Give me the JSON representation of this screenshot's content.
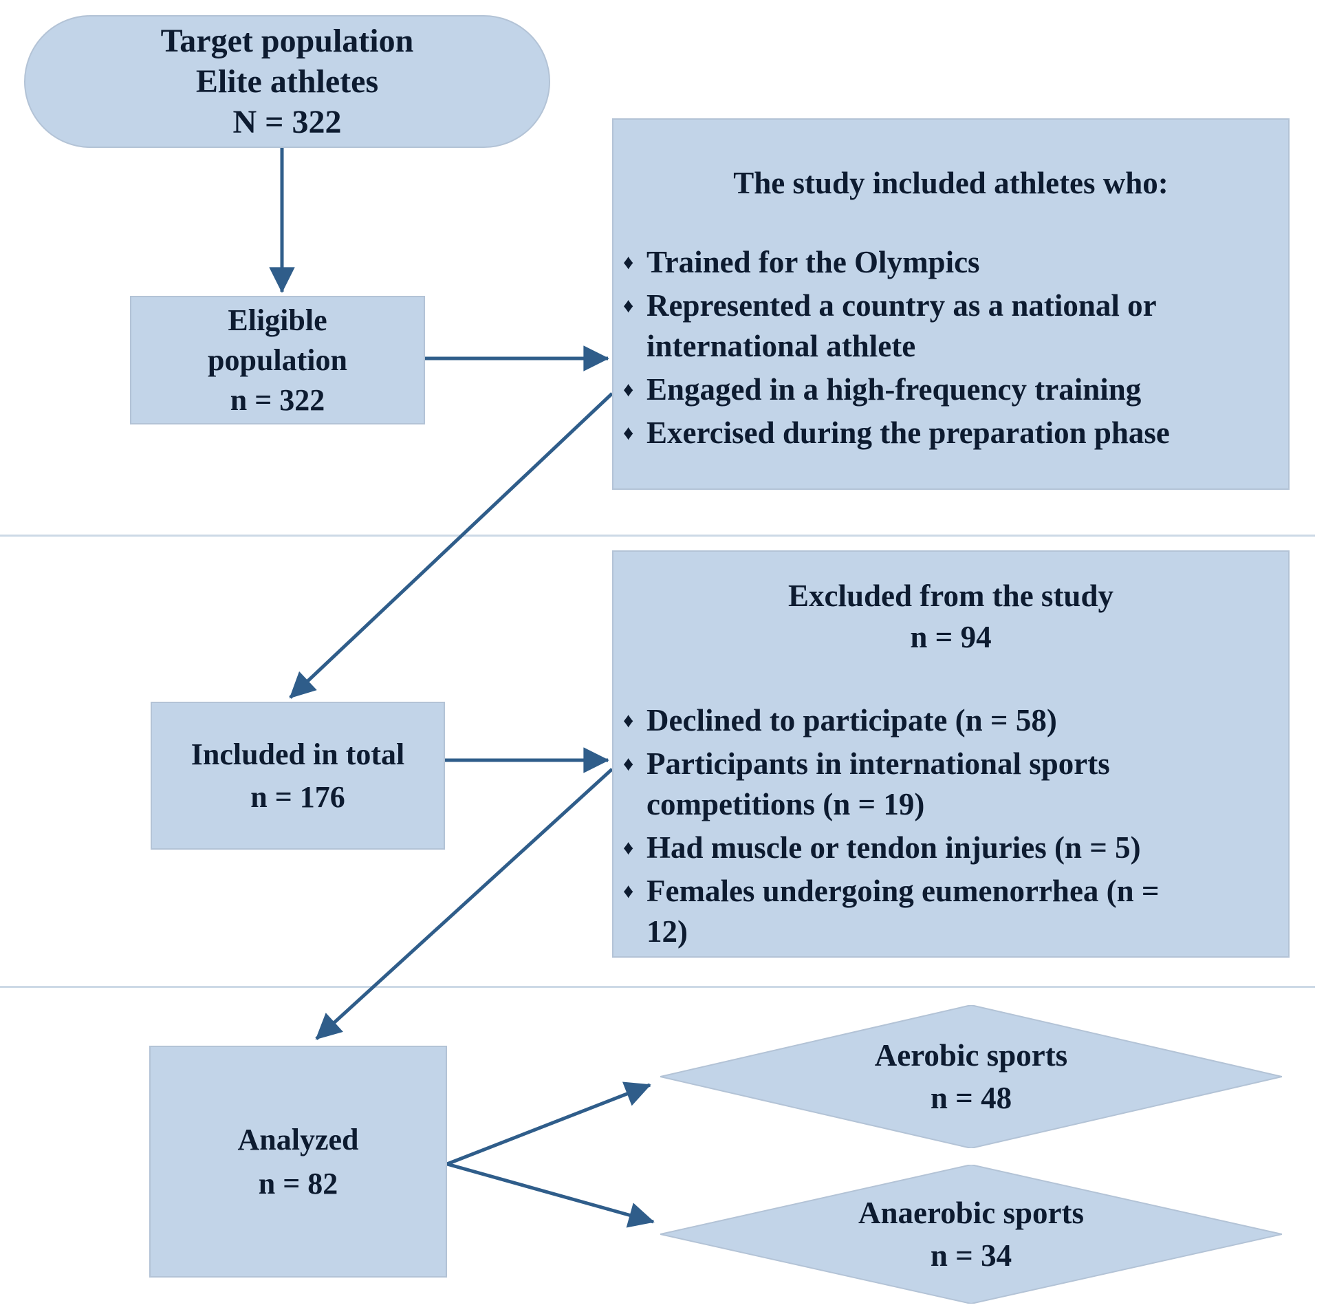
{
  "palette": {
    "box_fill": "#c2d4e8",
    "box_border": "#b3c3d6",
    "arrow": "#2f5d8a",
    "text": "#0d1b30",
    "divider": "#ccd9e6",
    "background": "#ffffff"
  },
  "nodes": {
    "target": {
      "lines": [
        "Target population",
        "Elite athletes",
        "N = 322"
      ]
    },
    "eligible": {
      "lines": [
        "Eligible",
        "population",
        "n = 322"
      ]
    },
    "included": {
      "lines": [
        "Included in total",
        "n = 176"
      ]
    },
    "analyzed": {
      "lines": [
        "Analyzed",
        "n = 82"
      ]
    },
    "aerobic": {
      "lines": [
        "Aerobic sports",
        "n = 48"
      ]
    },
    "anaerobic": {
      "lines": [
        "Anaerobic sports",
        "n = 34"
      ]
    }
  },
  "panels": {
    "inclusion": {
      "title": "The study included athletes who:",
      "bullet_glyph": "♦",
      "bullets": [
        "Trained for the Olympics",
        "Represented a country as a national or\ninternational athlete",
        "Engaged in a high-frequency training",
        "Exercised during the preparation phase"
      ]
    },
    "exclusion": {
      "title": "Excluded from the study",
      "subtitle": "n = 94",
      "bullet_glyph": "♦",
      "bullets": [
        "Declined to participate (n = 58)",
        "Participants in international sports\ncompetitions (n = 19)",
        "Had muscle or tendon injuries (n = 5)",
        "Females undergoing eumenorrhea (n =\n12)"
      ]
    }
  }
}
